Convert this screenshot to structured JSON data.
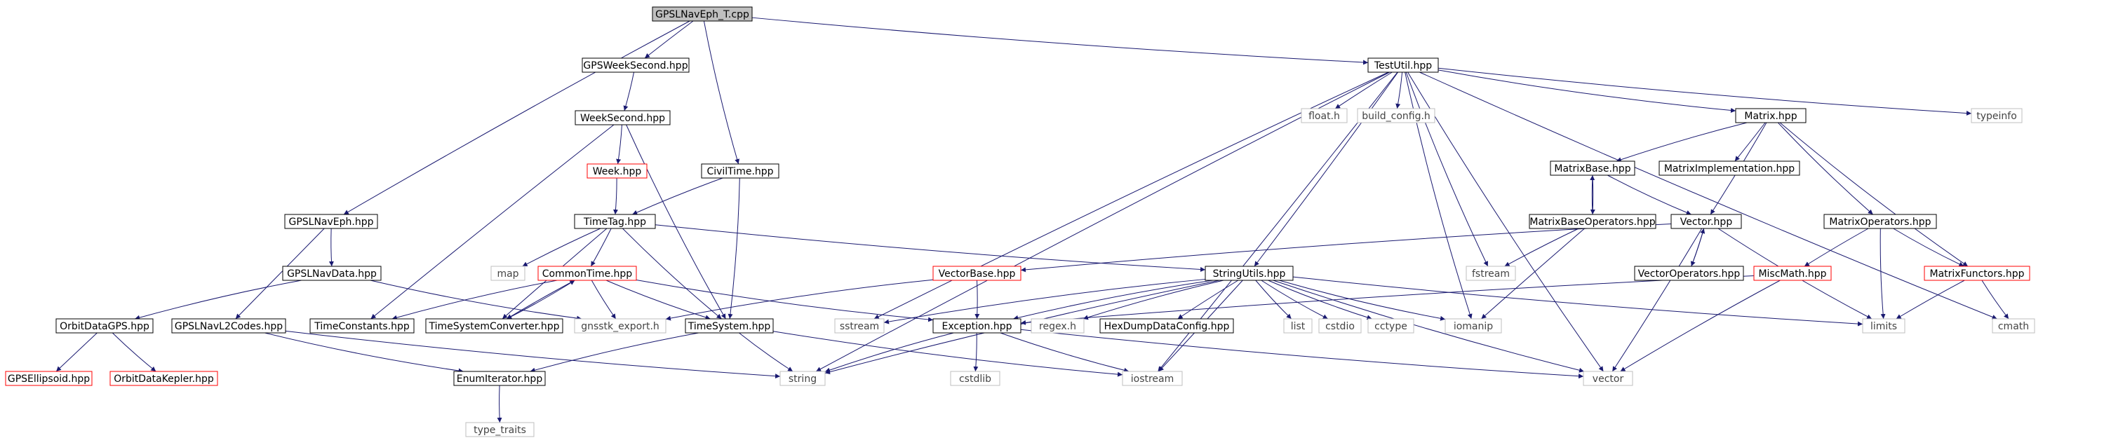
{
  "colors": {
    "edge": "#191970",
    "box_black": "#000000",
    "box_red": "#ff0000",
    "box_grey": "#bfbfbf",
    "root_fill": "#bfbfbf",
    "text": "#000000",
    "text_grey": "#444444"
  },
  "nodes": [
    {
      "id": "gpslnaveph_t_cpp",
      "label": "GPSLNavEph_T.cpp",
      "style": "root"
    },
    {
      "id": "gpsweeksecond_hpp",
      "label": "GPSWeekSecond.hpp",
      "style": "black"
    },
    {
      "id": "testutil_hpp",
      "label": "TestUtil.hpp",
      "style": "black"
    },
    {
      "id": "weeksecond_hpp",
      "label": "WeekSecond.hpp",
      "style": "black"
    },
    {
      "id": "week_hpp",
      "label": "Week.hpp",
      "style": "red"
    },
    {
      "id": "civiltime_hpp",
      "label": "CivilTime.hpp",
      "style": "black"
    },
    {
      "id": "timetag_hpp",
      "label": "TimeTag.hpp",
      "style": "black"
    },
    {
      "id": "gpslnaveph_hpp",
      "label": "GPSLNavEph.hpp",
      "style": "black"
    },
    {
      "id": "gpslnavdata_hpp",
      "label": "GPSLNavData.hpp",
      "style": "black"
    },
    {
      "id": "map",
      "label": "map",
      "style": "grey"
    },
    {
      "id": "commontime_hpp",
      "label": "CommonTime.hpp",
      "style": "red"
    },
    {
      "id": "orbitdatagps_hpp",
      "label": "OrbitDataGPS.hpp",
      "style": "black"
    },
    {
      "id": "gpslnavl2codes_hpp",
      "label": "GPSLNavL2Codes.hpp",
      "style": "black"
    },
    {
      "id": "timeconstants_hpp",
      "label": "TimeConstants.hpp",
      "style": "black"
    },
    {
      "id": "timesystemconverter_hpp",
      "label": "TimeSystemConverter.hpp",
      "style": "black"
    },
    {
      "id": "gnsstk_export_h",
      "label": "gnsstk_export.h",
      "style": "grey"
    },
    {
      "id": "timesystem_hpp",
      "label": "TimeSystem.hpp",
      "style": "black"
    },
    {
      "id": "gpsellipsoid_hpp",
      "label": "GPSEllipsoid.hpp",
      "style": "red"
    },
    {
      "id": "orbitdatakepler_hpp",
      "label": "OrbitDataKepler.hpp",
      "style": "red"
    },
    {
      "id": "enumiterator_hpp",
      "label": "EnumIterator.hpp",
      "style": "black"
    },
    {
      "id": "type_traits",
      "label": "type_traits",
      "style": "grey"
    },
    {
      "id": "string",
      "label": "string",
      "style": "grey"
    },
    {
      "id": "sstream",
      "label": "sstream",
      "style": "grey"
    },
    {
      "id": "float_h",
      "label": "float.h",
      "style": "grey"
    },
    {
      "id": "build_config_h",
      "label": "build_config.h",
      "style": "grey"
    },
    {
      "id": "stringutils_hpp",
      "label": "StringUtils.hpp",
      "style": "black"
    },
    {
      "id": "vectorbase_hpp",
      "label": "VectorBase.hpp",
      "style": "red"
    },
    {
      "id": "exception_hpp",
      "label": "Exception.hpp",
      "style": "black"
    },
    {
      "id": "cstdlib",
      "label": "cstdlib",
      "style": "grey"
    },
    {
      "id": "iostream",
      "label": "iostream",
      "style": "grey"
    },
    {
      "id": "regex_h",
      "label": "regex.h",
      "style": "grey"
    },
    {
      "id": "hexdumpdataconfig_hpp",
      "label": "HexDumpDataConfig.hpp",
      "style": "black"
    },
    {
      "id": "list",
      "label": "list",
      "style": "grey"
    },
    {
      "id": "cstdio",
      "label": "cstdio",
      "style": "grey"
    },
    {
      "id": "cctype",
      "label": "cctype",
      "style": "grey"
    },
    {
      "id": "iomanip",
      "label": "iomanip",
      "style": "grey"
    },
    {
      "id": "fstream",
      "label": "fstream",
      "style": "grey"
    },
    {
      "id": "matrix_hpp",
      "label": "Matrix.hpp",
      "style": "black"
    },
    {
      "id": "matrixbase_hpp",
      "label": "MatrixBase.hpp",
      "style": "black"
    },
    {
      "id": "matriximplementation_hpp",
      "label": "MatrixImplementation.hpp",
      "style": "black"
    },
    {
      "id": "matrixbaseoperators_hpp",
      "label": "MatrixBaseOperators.hpp",
      "style": "black"
    },
    {
      "id": "vector_hpp",
      "label": "Vector.hpp",
      "style": "black"
    },
    {
      "id": "vectoroperators_hpp",
      "label": "VectorOperators.hpp",
      "style": "black"
    },
    {
      "id": "matrixoperators_hpp",
      "label": "MatrixOperators.hpp",
      "style": "black"
    },
    {
      "id": "miscmath_hpp",
      "label": "MiscMath.hpp",
      "style": "red"
    },
    {
      "id": "matrixfunctors_hpp",
      "label": "MatrixFunctors.hpp",
      "style": "red"
    },
    {
      "id": "limits",
      "label": "limits",
      "style": "grey"
    },
    {
      "id": "cmath",
      "label": "cmath",
      "style": "grey"
    },
    {
      "id": "vector",
      "label": "vector",
      "style": "grey"
    },
    {
      "id": "typeinfo",
      "label": "typeinfo",
      "style": "grey"
    }
  ],
  "edges": [
    [
      "gpslnaveph_t_cpp",
      "gpsweeksecond_hpp"
    ],
    [
      "gpslnaveph_t_cpp",
      "testutil_hpp"
    ],
    [
      "gpslnaveph_t_cpp",
      "civiltime_hpp"
    ],
    [
      "gpslnaveph_t_cpp",
      "gpslnaveph_hpp"
    ],
    [
      "gpsweeksecond_hpp",
      "weeksecond_hpp"
    ],
    [
      "weeksecond_hpp",
      "week_hpp"
    ],
    [
      "weeksecond_hpp",
      "timeconstants_hpp"
    ],
    [
      "weeksecond_hpp",
      "timesystem_hpp"
    ],
    [
      "week_hpp",
      "timetag_hpp"
    ],
    [
      "civiltime_hpp",
      "timetag_hpp"
    ],
    [
      "civiltime_hpp",
      "timesystem_hpp"
    ],
    [
      "timetag_hpp",
      "map"
    ],
    [
      "timetag_hpp",
      "commontime_hpp"
    ],
    [
      "timetag_hpp",
      "timesystemconverter_hpp"
    ],
    [
      "timetag_hpp",
      "timesystem_hpp"
    ],
    [
      "timetag_hpp",
      "stringutils_hpp"
    ],
    [
      "commontime_hpp",
      "timeconstants_hpp"
    ],
    [
      "commontime_hpp",
      "timesystemconverter_hpp"
    ],
    [
      "commontime_hpp",
      "gnsstk_export_h"
    ],
    [
      "commontime_hpp",
      "timesystem_hpp"
    ],
    [
      "commontime_hpp",
      "exception_hpp"
    ],
    [
      "timesystemconverter_hpp",
      "commontime_hpp"
    ],
    [
      "timesystem_hpp",
      "enumiterator_hpp"
    ],
    [
      "timesystem_hpp",
      "string"
    ],
    [
      "timesystem_hpp",
      "iostream"
    ],
    [
      "gpslnaveph_hpp",
      "gpslnavdata_hpp"
    ],
    [
      "gpslnaveph_hpp",
      "gpslnavl2codes_hpp"
    ],
    [
      "gpslnavdata_hpp",
      "orbitdatagps_hpp"
    ],
    [
      "gpslnavdata_hpp",
      "gnsstk_export_h"
    ],
    [
      "orbitdatagps_hpp",
      "gpsellipsoid_hpp"
    ],
    [
      "orbitdatagps_hpp",
      "orbitdatakepler_hpp"
    ],
    [
      "gpslnavl2codes_hpp",
      "enumiterator_hpp"
    ],
    [
      "gpslnavl2codes_hpp",
      "string"
    ],
    [
      "enumiterator_hpp",
      "type_traits"
    ],
    [
      "testutil_hpp",
      "string"
    ],
    [
      "testutil_hpp",
      "sstream"
    ],
    [
      "testutil_hpp",
      "stringutils_hpp"
    ],
    [
      "testutil_hpp",
      "iostream"
    ],
    [
      "testutil_hpp",
      "float_h"
    ],
    [
      "testutil_hpp",
      "build_config_h"
    ],
    [
      "testutil_hpp",
      "iomanip"
    ],
    [
      "testutil_hpp",
      "fstream"
    ],
    [
      "testutil_hpp",
      "matrix_hpp"
    ],
    [
      "testutil_hpp",
      "cmath"
    ],
    [
      "testutil_hpp",
      "vector"
    ],
    [
      "testutil_hpp",
      "typeinfo"
    ],
    [
      "stringutils_hpp",
      "sstream"
    ],
    [
      "stringutils_hpp",
      "string"
    ],
    [
      "stringutils_hpp",
      "exception_hpp"
    ],
    [
      "stringutils_hpp",
      "regex_h"
    ],
    [
      "stringutils_hpp",
      "hexdumpdataconfig_hpp"
    ],
    [
      "stringutils_hpp",
      "list"
    ],
    [
      "stringutils_hpp",
      "cstdio"
    ],
    [
      "stringutils_hpp",
      "cctype"
    ],
    [
      "stringutils_hpp",
      "iomanip"
    ],
    [
      "stringutils_hpp",
      "iostream"
    ],
    [
      "stringutils_hpp",
      "limits"
    ],
    [
      "stringutils_hpp",
      "vector"
    ],
    [
      "vectorbase_hpp",
      "gnsstk_export_h"
    ],
    [
      "vectorbase_hpp",
      "exception_hpp"
    ],
    [
      "exception_hpp",
      "string"
    ],
    [
      "exception_hpp",
      "cstdlib"
    ],
    [
      "exception_hpp",
      "iostream"
    ],
    [
      "exception_hpp",
      "vector"
    ],
    [
      "matrix_hpp",
      "matrixbase_hpp"
    ],
    [
      "matrix_hpp",
      "matriximplementation_hpp"
    ],
    [
      "matrix_hpp",
      "vector_hpp"
    ],
    [
      "matrix_hpp",
      "matrixoperators_hpp"
    ],
    [
      "matrix_hpp",
      "matrixfunctors_hpp"
    ],
    [
      "matrixbase_hpp",
      "matrixbaseoperators_hpp"
    ],
    [
      "matrixbase_hpp",
      "vector_hpp"
    ],
    [
      "matrixbaseoperators_hpp",
      "matrixbase_hpp"
    ],
    [
      "matrixbaseoperators_hpp",
      "fstream"
    ],
    [
      "matrixbaseoperators_hpp",
      "iomanip"
    ],
    [
      "vector_hpp",
      "vectorbase_hpp"
    ],
    [
      "vector_hpp",
      "vectoroperators_hpp"
    ],
    [
      "vector_hpp",
      "limits"
    ],
    [
      "vector_hpp",
      "vector"
    ],
    [
      "vectoroperators_hpp",
      "vector_hpp"
    ],
    [
      "matrixoperators_hpp",
      "miscmath_hpp"
    ],
    [
      "matrixoperators_hpp",
      "matrixfunctors_hpp"
    ],
    [
      "matrixoperators_hpp",
      "limits"
    ],
    [
      "miscmath_hpp",
      "exception_hpp"
    ],
    [
      "miscmath_hpp",
      "vector"
    ],
    [
      "matrixfunctors_hpp",
      "limits"
    ],
    [
      "matrixfunctors_hpp",
      "cmath"
    ]
  ]
}
